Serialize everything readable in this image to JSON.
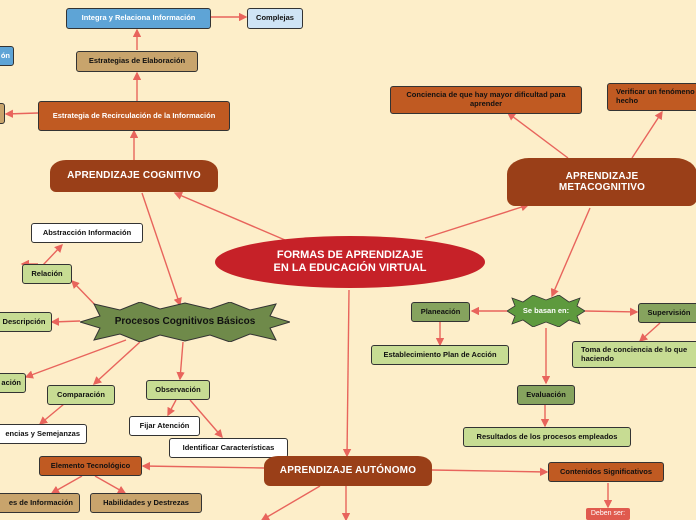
{
  "center": {
    "line1": "FORMAS DE APRENDIZAJE",
    "line2": "EN LA EDUCACIÓN VIRTUAL"
  },
  "cognitivo": {
    "title": "APRENDIZAJE COGNITIVO",
    "recirculacion": "Estrategia de Recirculación de la Información",
    "elaboracion": "Estrategias de Elaboración",
    "integra": "Integra y Relaciona Información",
    "complejas": "Complejas",
    "left_cut_1": "ón",
    "procesos": "Procesos Cognitivos Básicos",
    "abstraccion": "Abstracción Información",
    "relacion": "Relación",
    "descripcion": "Descripción",
    "clasificacion": "ación",
    "comparacion": "Comparación",
    "diferencias": "encias y Semejanzas",
    "observacion": "Observación",
    "fijar": "Fijar Atención",
    "identificar": "Identificar Características"
  },
  "metacognitivo": {
    "title_line1": "APRENDIZAJE",
    "title_line2": "METACOGNITIVO",
    "conciencia": "Conciencia de que hay mayor dificultad para aprender",
    "verificar": "Verificar un fenómeno hecho",
    "se_basan": "Se basan en:",
    "planeacion": "Planeación",
    "establecimiento": "Establecimiento Plan de Acción",
    "supervision": "Supervisión",
    "toma": "Toma de conciencia de lo que haciendo",
    "evaluacion": "Evaluación",
    "resultados": "Resultados de los procesos empleados"
  },
  "autonomo": {
    "title": "APRENDIZAJE AUTÓNOMO",
    "elemento": "Elemento Tecnológico",
    "fuentes": "es de Información",
    "habilidades": "Habilidades y Destrezas",
    "contenidos": "Contenidos Significativos",
    "deben": "Deben ser:"
  },
  "colors": {
    "background": "#fdeec9",
    "connector": "#e8645c",
    "center": "#c62128",
    "banner": "#9a3f18"
  }
}
